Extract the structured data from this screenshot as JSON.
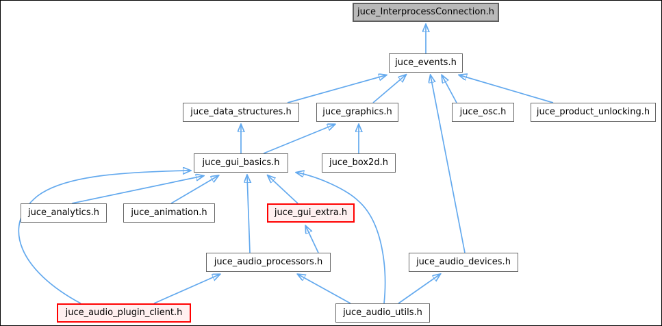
{
  "diagram": {
    "title": "juce_InterprocessConnection.h include dependency graph",
    "type": "doxygen-included-by-graph",
    "nodes": [
      {
        "id": "juce_InterprocessConnection",
        "label": "juce_InterprocessConnection.h",
        "style": "current"
      },
      {
        "id": "juce_events",
        "label": "juce_events.h",
        "style": "normal"
      },
      {
        "id": "juce_data_structures",
        "label": "juce_data_structures.h",
        "style": "normal"
      },
      {
        "id": "juce_graphics",
        "label": "juce_graphics.h",
        "style": "normal"
      },
      {
        "id": "juce_osc",
        "label": "juce_osc.h",
        "style": "normal"
      },
      {
        "id": "juce_product_unlocking",
        "label": "juce_product_unlocking.h",
        "style": "normal"
      },
      {
        "id": "juce_gui_basics",
        "label": "juce_gui_basics.h",
        "style": "normal"
      },
      {
        "id": "juce_box2d",
        "label": "juce_box2d.h",
        "style": "normal"
      },
      {
        "id": "juce_analytics",
        "label": "juce_analytics.h",
        "style": "normal"
      },
      {
        "id": "juce_animation",
        "label": "juce_animation.h",
        "style": "normal"
      },
      {
        "id": "juce_gui_extra",
        "label": "juce_gui_extra.h",
        "style": "highlight-red"
      },
      {
        "id": "juce_audio_processors",
        "label": "juce_audio_processors.h",
        "style": "normal"
      },
      {
        "id": "juce_audio_devices",
        "label": "juce_audio_devices.h",
        "style": "normal"
      },
      {
        "id": "juce_audio_plugin_client",
        "label": "juce_audio_plugin_client.h",
        "style": "highlight-red"
      },
      {
        "id": "juce_audio_utils",
        "label": "juce_audio_utils.h",
        "style": "normal"
      }
    ],
    "edges": [
      {
        "from": "juce_events.h",
        "to": "juce_InterprocessConnection.h"
      },
      {
        "from": "juce_data_structures.h",
        "to": "juce_events.h"
      },
      {
        "from": "juce_graphics.h",
        "to": "juce_events.h"
      },
      {
        "from": "juce_osc.h",
        "to": "juce_events.h"
      },
      {
        "from": "juce_product_unlocking.h",
        "to": "juce_events.h"
      },
      {
        "from": "juce_audio_devices.h",
        "to": "juce_events.h"
      },
      {
        "from": "juce_gui_basics.h",
        "to": "juce_data_structures.h"
      },
      {
        "from": "juce_gui_basics.h",
        "to": "juce_graphics.h"
      },
      {
        "from": "juce_box2d.h",
        "to": "juce_graphics.h"
      },
      {
        "from": "juce_analytics.h",
        "to": "juce_gui_basics.h"
      },
      {
        "from": "juce_animation.h",
        "to": "juce_gui_basics.h"
      },
      {
        "from": "juce_gui_extra.h",
        "to": "juce_gui_basics.h"
      },
      {
        "from": "juce_audio_processors.h",
        "to": "juce_gui_basics.h"
      },
      {
        "from": "juce_audio_plugin_client.h",
        "to": "juce_gui_basics.h"
      },
      {
        "from": "juce_audio_utils.h",
        "to": "juce_gui_basics.h"
      },
      {
        "from": "juce_audio_processors.h",
        "to": "juce_gui_extra.h"
      },
      {
        "from": "juce_audio_plugin_client.h",
        "to": "juce_audio_processors.h"
      },
      {
        "from": "juce_audio_utils.h",
        "to": "juce_audio_processors.h"
      },
      {
        "from": "juce_audio_utils.h",
        "to": "juce_audio_devices.h"
      }
    ]
  },
  "colors": {
    "edge": "#63a9ee",
    "node-border": "#666666",
    "node-bg": "#ffffff",
    "highlight-border": "#ff0000",
    "highlight-bg": "#fff0f0",
    "current-bg": "#b9b9b9",
    "current-border": "#5e5e5e",
    "text": "#000000",
    "canvas-border": "#000000",
    "background": "#ffffff"
  }
}
